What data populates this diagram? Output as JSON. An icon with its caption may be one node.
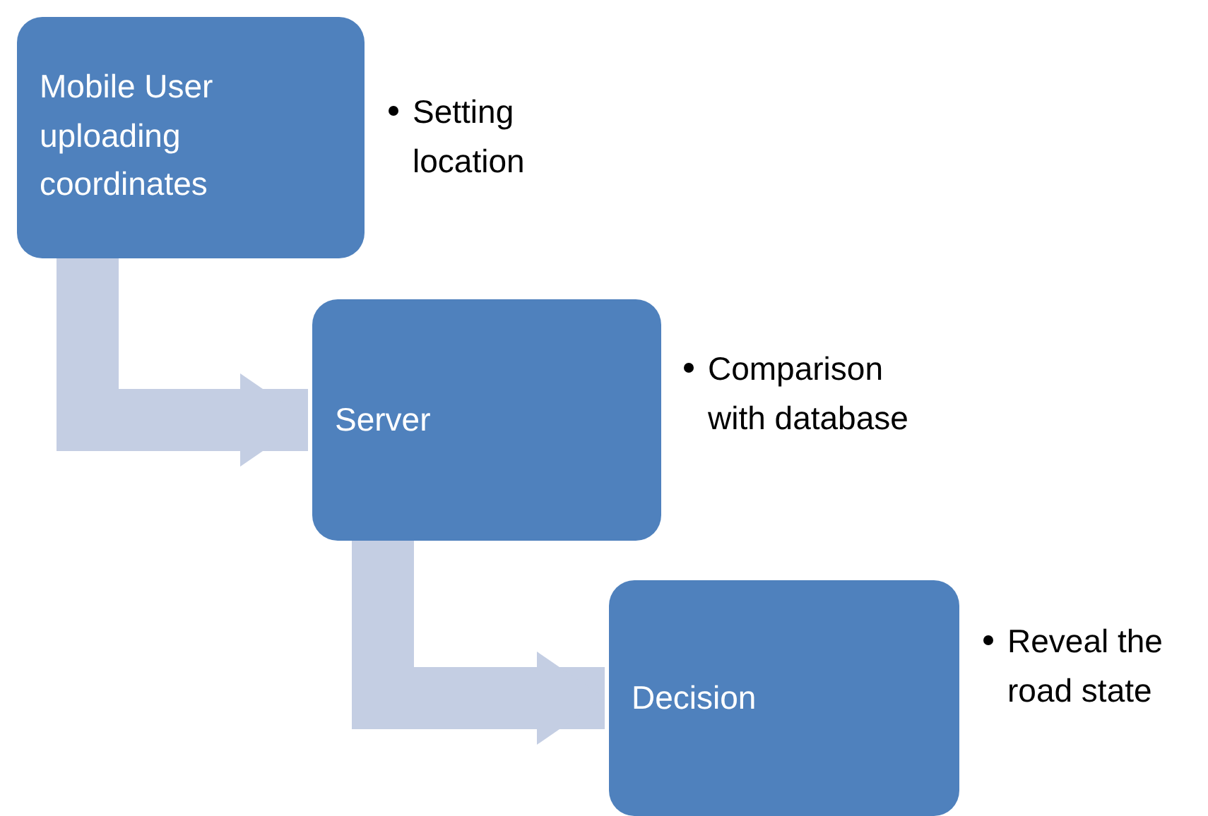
{
  "diagram": {
    "nodes": [
      {
        "text": [
          "Mobile User uploading coordinates"
        ],
        "beside": [
          "Setting location"
        ]
      },
      {
        "text": [
          "Server"
        ],
        "beside": [
          "Comparison with database"
        ]
      },
      {
        "text": [
          "Decision"
        ],
        "beside": [
          "Reveal the road state"
        ]
      }
    ],
    "edges": [
      {
        "from": 0,
        "to": 1,
        "arrow": "to"
      },
      {
        "from": 1,
        "to": 2,
        "arrow": "to"
      }
    ]
  }
}
